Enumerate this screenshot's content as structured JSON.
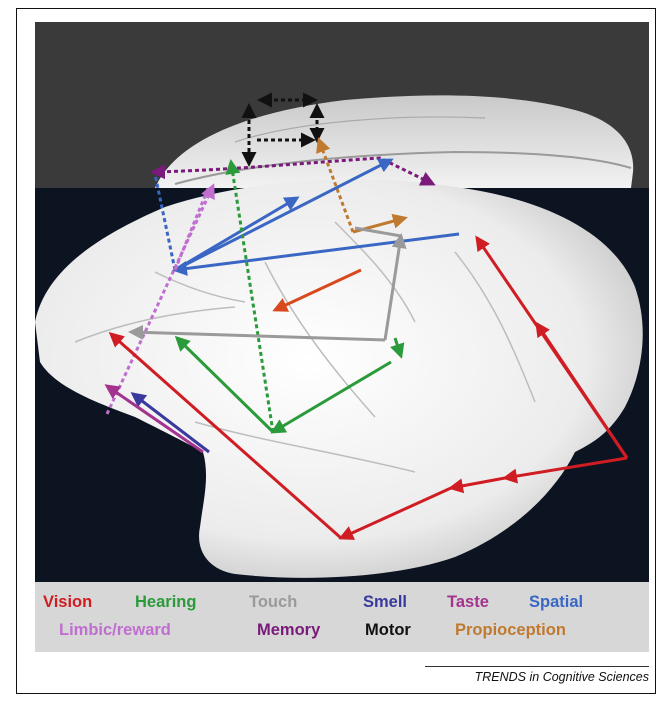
{
  "legend": {
    "vision": {
      "label": "Vision",
      "color": "#d01c23"
    },
    "hearing": {
      "label": "Hearing",
      "color": "#2a9a3a"
    },
    "touch": {
      "label": "Touch",
      "color": "#9a9a9a"
    },
    "smell": {
      "label": "Smell",
      "color": "#3a3a9e"
    },
    "taste": {
      "label": "Taste",
      "color": "#a3338f"
    },
    "spatial": {
      "label": "Spatial",
      "color": "#3a66c4"
    },
    "limbic": {
      "label": "Limbic/reward",
      "color": "#c06ed0"
    },
    "memory": {
      "label": "Memory",
      "color": "#7a1a7a"
    },
    "motor": {
      "label": "Motor",
      "color": "#111111"
    },
    "proprioception": {
      "label": "Propioception",
      "color": "#c07a30"
    }
  },
  "credit": "TRENDS in Cognitive Sciences"
}
